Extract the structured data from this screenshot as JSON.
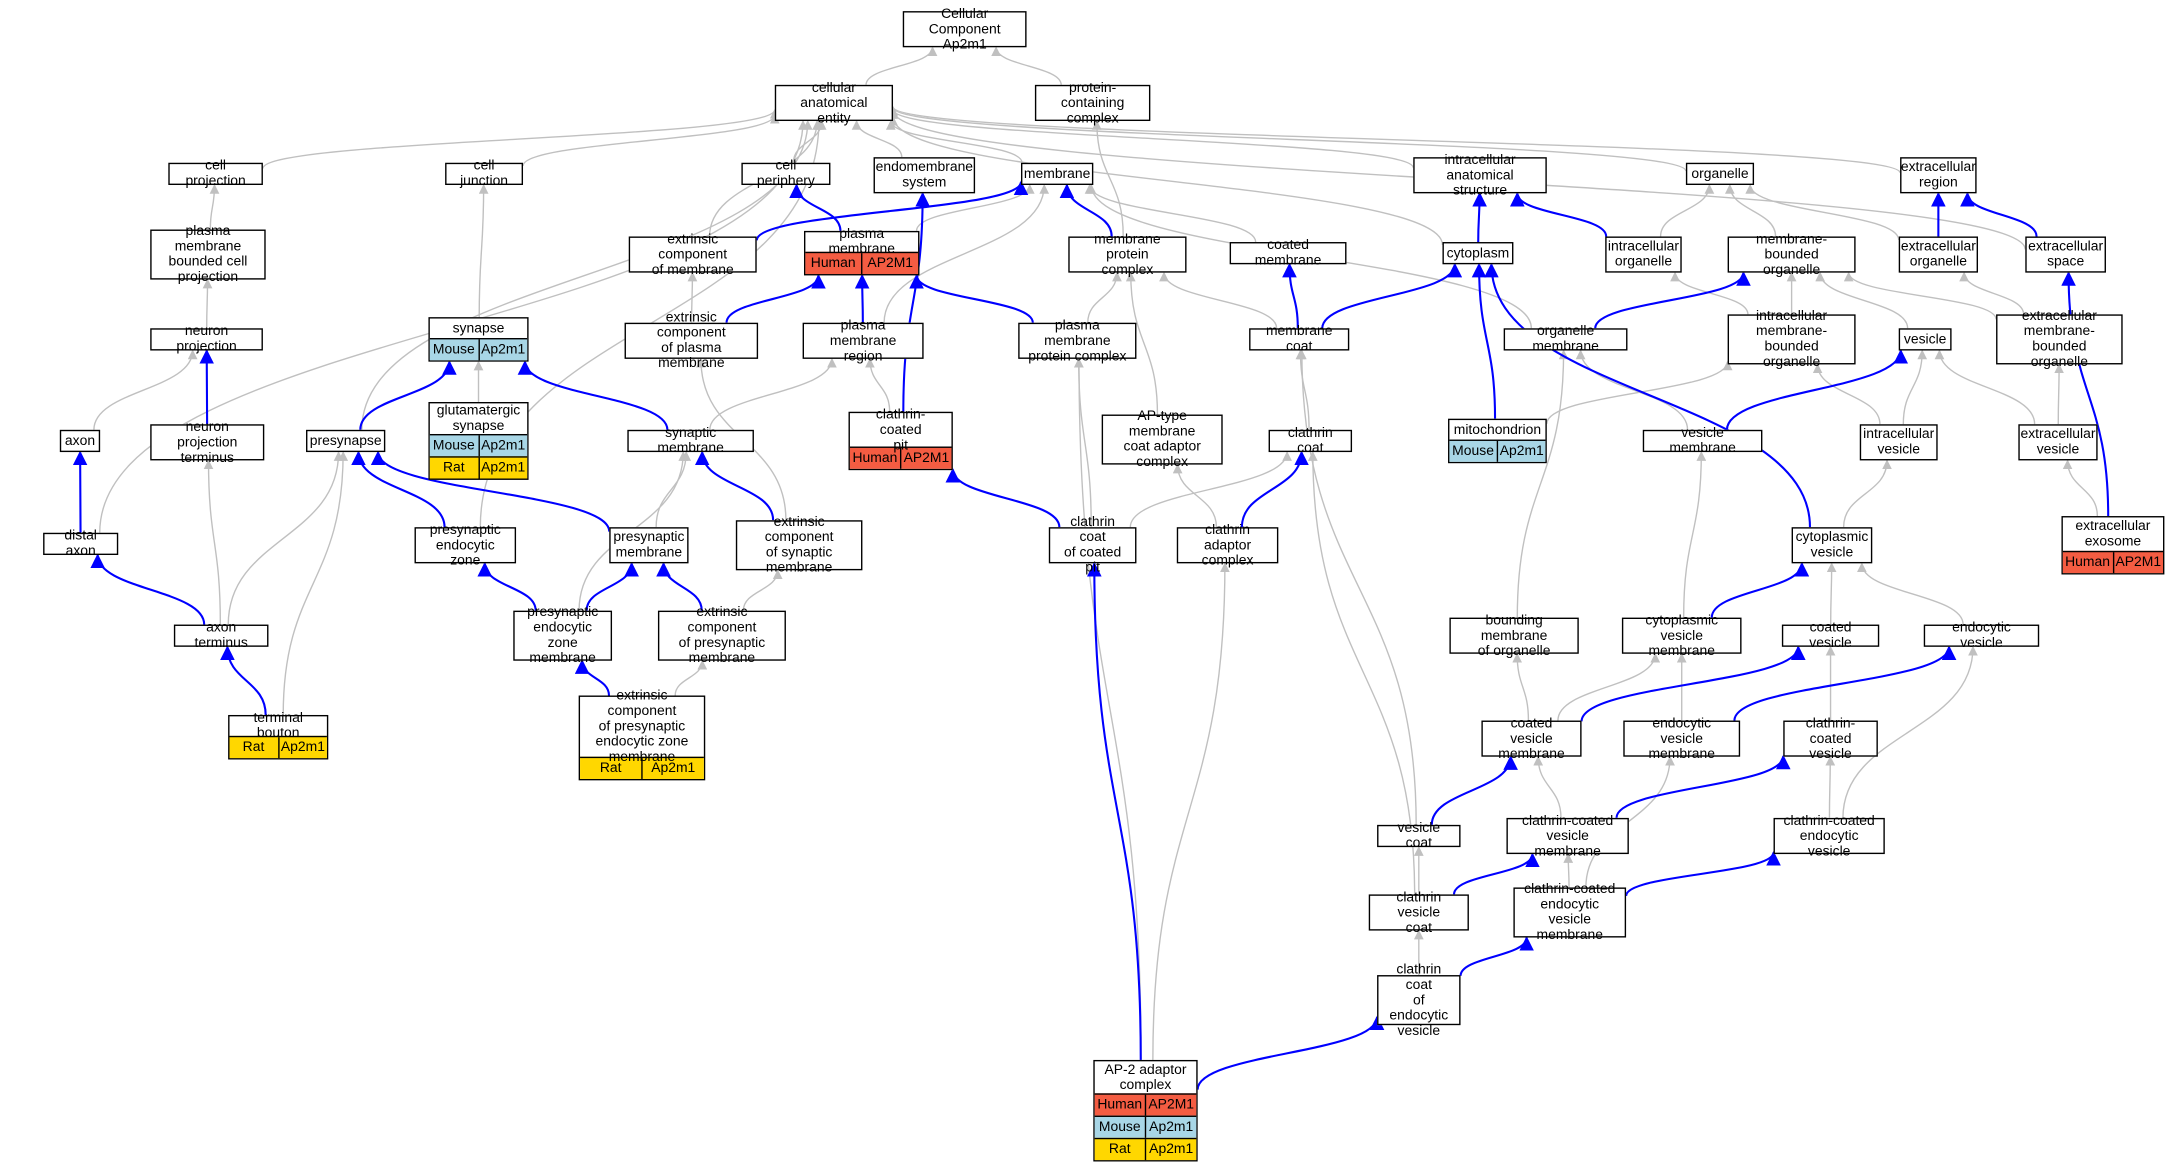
{
  "colors": {
    "direct": "#0000ff",
    "indirect": "#c0c0c0",
    "human": "#f45c42",
    "mouse": "#a8d6e6",
    "rat": "#ffd700"
  },
  "nodes": {
    "root": {
      "label": "Cellular Component\nAp2m1"
    },
    "cae": {
      "label": "cellular anatomical\nentity"
    },
    "pcc": {
      "label": "protein-containing\ncomplex"
    },
    "cellproj": {
      "label": "cell projection"
    },
    "celljunc": {
      "label": "cell junction"
    },
    "cellper": {
      "label": "cell periphery"
    },
    "endomem": {
      "label": "endomembrane\nsystem"
    },
    "membrane": {
      "label": "membrane"
    },
    "iastruct": {
      "label": "intracellular\nanatomical structure"
    },
    "organelle": {
      "label": "organelle"
    },
    "extreg": {
      "label": "extracellular\nregion"
    },
    "pmbcp": {
      "label": "plasma membrane\nbounded cell\nprojection"
    },
    "extcompmem": {
      "label": "extrinsic component\nof membrane"
    },
    "plasmamem": {
      "label": "plasma membrane",
      "rows": [
        {
          "sp": "Human",
          "g": "AP2M1"
        }
      ]
    },
    "memprotcomp": {
      "label": "membrane protein\ncomplex"
    },
    "coatedmem": {
      "label": "coated membrane"
    },
    "cytoplasm": {
      "label": "cytoplasm"
    },
    "icorg": {
      "label": "intracellular\norganelle"
    },
    "mborg": {
      "label": "membrane-bounded\norganelle"
    },
    "extorg": {
      "label": "extracellular\norganelle"
    },
    "extspace": {
      "label": "extracellular\nspace"
    },
    "neuronproj": {
      "label": "neuron projection"
    },
    "synapse": {
      "label": "synapse",
      "rows": [
        {
          "sp": "Mouse",
          "g": "Ap2m1"
        }
      ]
    },
    "extcomppm": {
      "label": "extrinsic component\nof plasma membrane"
    },
    "pmregion": {
      "label": "plasma membrane\nregion"
    },
    "pmprotcomp": {
      "label": "plasma membrane\nprotein complex"
    },
    "memcoat": {
      "label": "membrane coat"
    },
    "orgmem": {
      "label": "organelle membrane"
    },
    "icmborg": {
      "label": "intracellular\nmembrane-bounded\norganelle"
    },
    "vesicle": {
      "label": "vesicle"
    },
    "extmborg": {
      "label": "extracellular\nmembrane-bounded\norganelle"
    },
    "glutsyn": {
      "label": "glutamatergic\nsynapse",
      "rows": [
        {
          "sp": "Mouse",
          "g": "Ap2m1"
        },
        {
          "sp": "Rat",
          "g": "Ap2m1"
        }
      ]
    },
    "axon": {
      "label": "axon"
    },
    "npterm": {
      "label": "neuron projection\nterminus"
    },
    "presynapse": {
      "label": "presynapse"
    },
    "synmem": {
      "label": "synaptic membrane"
    },
    "ccpit": {
      "label": "clathrin-coated\npit",
      "rows": [
        {
          "sp": "Human",
          "g": "AP2M1"
        }
      ]
    },
    "aptype": {
      "label": "AP-type membrane\ncoat adaptor\ncomplex"
    },
    "clathcoat": {
      "label": "clathrin coat"
    },
    "mito": {
      "label": "mitochondrion",
      "rows": [
        {
          "sp": "Mouse",
          "g": "Ap2m1"
        }
      ]
    },
    "vesmem": {
      "label": "vesicle membrane"
    },
    "icves": {
      "label": "intracellular\nvesicle"
    },
    "extves": {
      "label": "extracellular\nvesicle"
    },
    "extexo": {
      "label": "extracellular\nexosome",
      "rows": [
        {
          "sp": "Human",
          "g": "AP2M1"
        }
      ]
    },
    "distaxon": {
      "label": "distal axon"
    },
    "presynendo": {
      "label": "presynaptic\nendocytic zone"
    },
    "presynmem": {
      "label": "presynaptic\nmembrane"
    },
    "extcompsynmem": {
      "label": "extrinsic component\nof synaptic\nmembrane"
    },
    "ccoatpit": {
      "label": "clathrin coat\nof coated pit"
    },
    "clathadapt": {
      "label": "clathrin adaptor\ncomplex"
    },
    "cytoves": {
      "label": "cytoplasmic\nvesicle"
    },
    "axonterm": {
      "label": "axon terminus"
    },
    "presynendomem": {
      "label": "presynaptic\nendocytic zone\nmembrane"
    },
    "extcomppresynmem": {
      "label": "extrinsic component\nof presynaptic\nmembrane"
    },
    "boundmem": {
      "label": "bounding membrane\nof organelle"
    },
    "cytovesmem": {
      "label": "cytoplasmic\nvesicle membrane"
    },
    "coatedves": {
      "label": "coated vesicle"
    },
    "endoves": {
      "label": "endocytic vesicle"
    },
    "termbouton": {
      "label": "terminal bouton",
      "rows": [
        {
          "sp": "Rat",
          "g": "Ap2m1"
        }
      ]
    },
    "extcomppresynendo": {
      "label": "extrinsic component\nof presynaptic\nendocytic zone\nmembrane",
      "rows": [
        {
          "sp": "Rat",
          "g": "Ap2m1"
        }
      ]
    },
    "coatedvesmem": {
      "label": "coated vesicle\nmembrane"
    },
    "endovesmem": {
      "label": "endocytic vesicle\nmembrane"
    },
    "ccves": {
      "label": "clathrin-coated\nvesicle"
    },
    "vescoat": {
      "label": "vesicle coat"
    },
    "ccvesmem": {
      "label": "clathrin-coated\nvesicle membrane"
    },
    "ccendoves": {
      "label": "clathrin-coated\nendocytic vesicle"
    },
    "clathvescoat": {
      "label": "clathrin vesicle\ncoat"
    },
    "ccendovesmem": {
      "label": "clathrin-coated\nendocytic vesicle\nmembrane"
    },
    "ccoatendoves": {
      "label": "clathrin coat\nof endocytic\nvesicle"
    },
    "ap2": {
      "label": "AP-2 adaptor\ncomplex",
      "rows": [
        {
          "sp": "Human",
          "g": "AP2M1"
        },
        {
          "sp": "Mouse",
          "g": "Ap2m1"
        },
        {
          "sp": "Rat",
          "g": "Ap2m1"
        }
      ]
    }
  }
}
